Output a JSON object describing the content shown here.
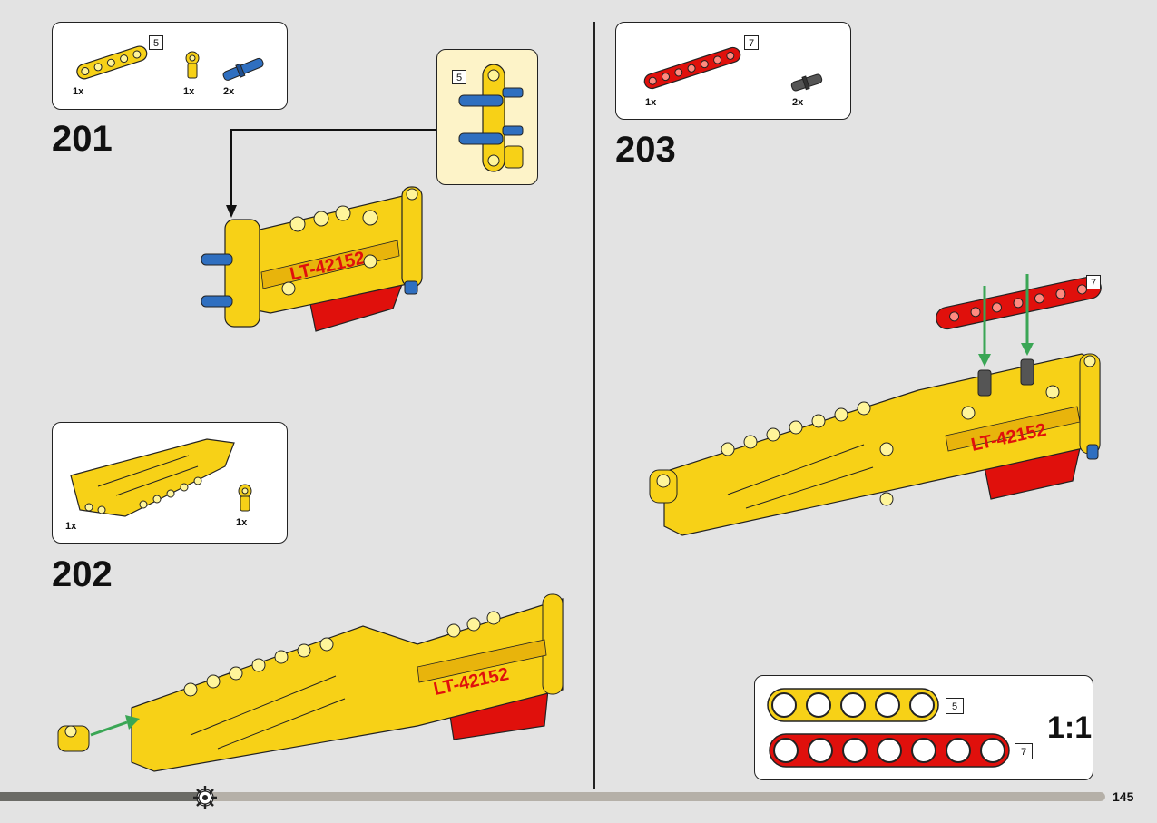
{
  "steps": [
    {
      "number": "201",
      "parts": [
        {
          "qty": "1x",
          "color": "#f7d117",
          "len": "5"
        },
        {
          "qty": "1x",
          "color": "#f7d117"
        },
        {
          "qty": "2x",
          "color": "#2f6fc0"
        }
      ],
      "callout_len": "5"
    },
    {
      "number": "202",
      "parts": [
        {
          "qty": "1x",
          "color": "#f7d117"
        },
        {
          "qty": "1x",
          "color": "#f7d117"
        }
      ]
    },
    {
      "number": "203",
      "parts": [
        {
          "qty": "1x",
          "color": "#e0100c",
          "len": "7"
        },
        {
          "qty": "2x",
          "color": "#555555"
        }
      ],
      "beam_len": "7"
    }
  ],
  "model_label": "LT-42152",
  "scale": {
    "ratio": "1:1",
    "beam_a_len": "5",
    "beam_b_len": "7"
  },
  "page_number": "145",
  "colors": {
    "yellow": "#f7d117",
    "red": "#e0100c",
    "blue": "#2f6fc0",
    "green": "#3aa655",
    "background": "#e3e3e3"
  }
}
